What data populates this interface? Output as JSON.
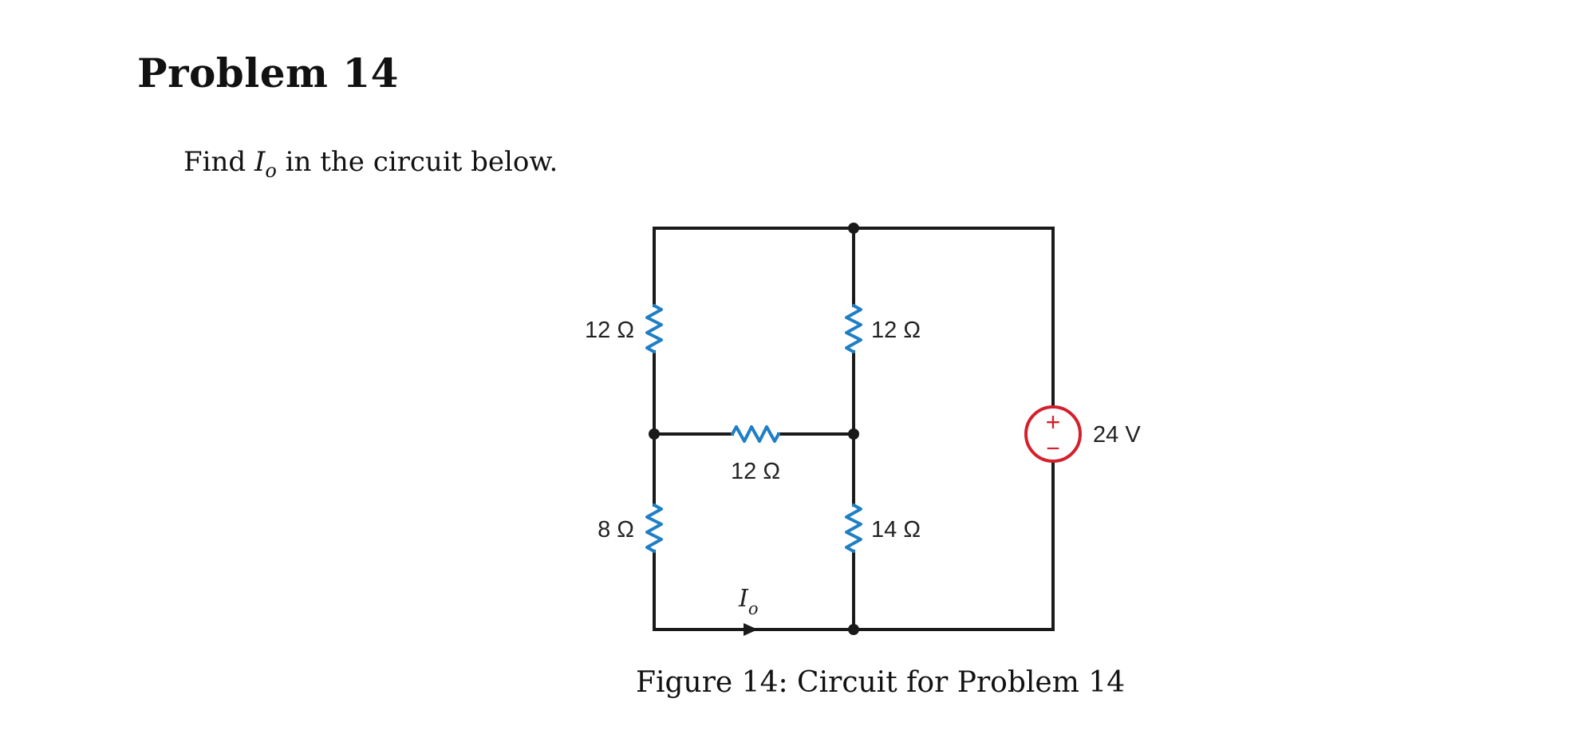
{
  "problem": {
    "title": "Problem 14",
    "statement_prefix": "Find ",
    "current_symbol": "I",
    "current_subscript": "o",
    "statement_suffix": " in the circuit below."
  },
  "circuit": {
    "resistors": [
      {
        "id": "left-top",
        "label": "12 Ω"
      },
      {
        "id": "middle-top",
        "label": "12 Ω"
      },
      {
        "id": "horizontal",
        "label": "12 Ω"
      },
      {
        "id": "left-bottom",
        "label": "8 Ω"
      },
      {
        "id": "middle-bottom",
        "label": "14 Ω"
      }
    ],
    "source": {
      "label": "24 V",
      "plus": "+",
      "minus": "−"
    },
    "current_label": {
      "symbol": "I",
      "subscript": "o"
    },
    "colors": {
      "wire": "#1a1a1a",
      "resistor": "#1f7fc4",
      "source": "#d4202c"
    }
  },
  "figure": {
    "caption": "Figure 14:  Circuit for Problem 14"
  }
}
